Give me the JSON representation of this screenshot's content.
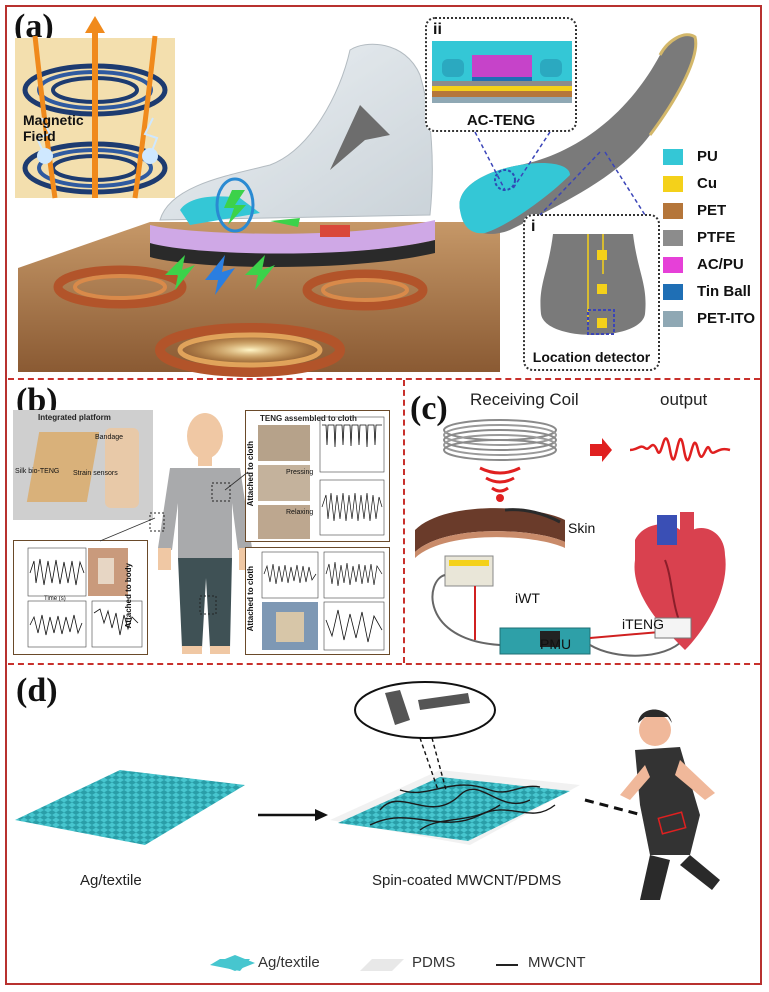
{
  "panels": {
    "a": {
      "label": "(a)",
      "magnetic_field": "Magnetic Field",
      "inset_ii_label": "ii",
      "inset_ii_title": "AC-TENG",
      "inset_i_label": "i",
      "inset_i_title": "Location detector",
      "legend": [
        {
          "name": "PU",
          "color": "#34c7d6"
        },
        {
          "name": "Cu",
          "color": "#f4d11a"
        },
        {
          "name": "PET",
          "color": "#b5763a"
        },
        {
          "name": "PTFE",
          "color": "#8c8c8c"
        },
        {
          "name": "AC/PU",
          "color": "#e640d8"
        },
        {
          "name": "Tin Ball",
          "color": "#1f6fb5"
        },
        {
          "name": "PET-ITO",
          "color": "#8fa8b4"
        }
      ]
    },
    "b": {
      "label": "(b)",
      "integrated_platform": "Integrated platform",
      "bandage": "Bandage",
      "silk_bio_teng": "Silk bio-TENG",
      "strain_sensors": "Strain sensors",
      "teng_cloth": "TENG assembled to cloth",
      "pressing": "Pressing",
      "relaxing": "Relaxing",
      "attached_cloth": "Attached to cloth",
      "attached_body": "Attached to body",
      "time_axis": "Time (s)"
    },
    "c": {
      "label": "(c)",
      "receiving_coil": "Receiving Coil",
      "output": "output",
      "skin": "Skin",
      "iwt": "iWT",
      "pmu": "PMU",
      "iteng": "iTENG"
    },
    "d": {
      "label": "(d)",
      "ag_textile": "Ag/textile",
      "spin_coated": "Spin-coated MWCNT/PDMS",
      "legend": [
        {
          "name": "Ag/textile"
        },
        {
          "name": "PDMS"
        },
        {
          "name": "MWCNT"
        }
      ]
    }
  },
  "colors": {
    "frame": "#b8312f",
    "teal": "#34c7d6",
    "red": "#e02020"
  }
}
